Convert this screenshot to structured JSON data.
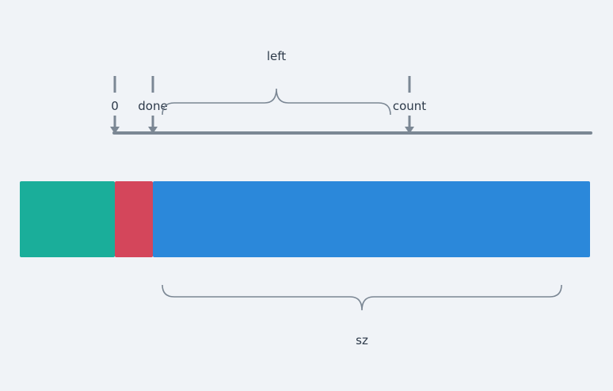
{
  "labels": {
    "left": "left",
    "zero": "0",
    "done": "done",
    "count": "count",
    "sz": "sz"
  },
  "colors": {
    "background": "#f0f3f7",
    "line": "#7b8794",
    "segment_green": "#1aae9a",
    "segment_red": "#d4465b",
    "segment_blue": "#2b88da",
    "text": "#2d3a4a"
  }
}
